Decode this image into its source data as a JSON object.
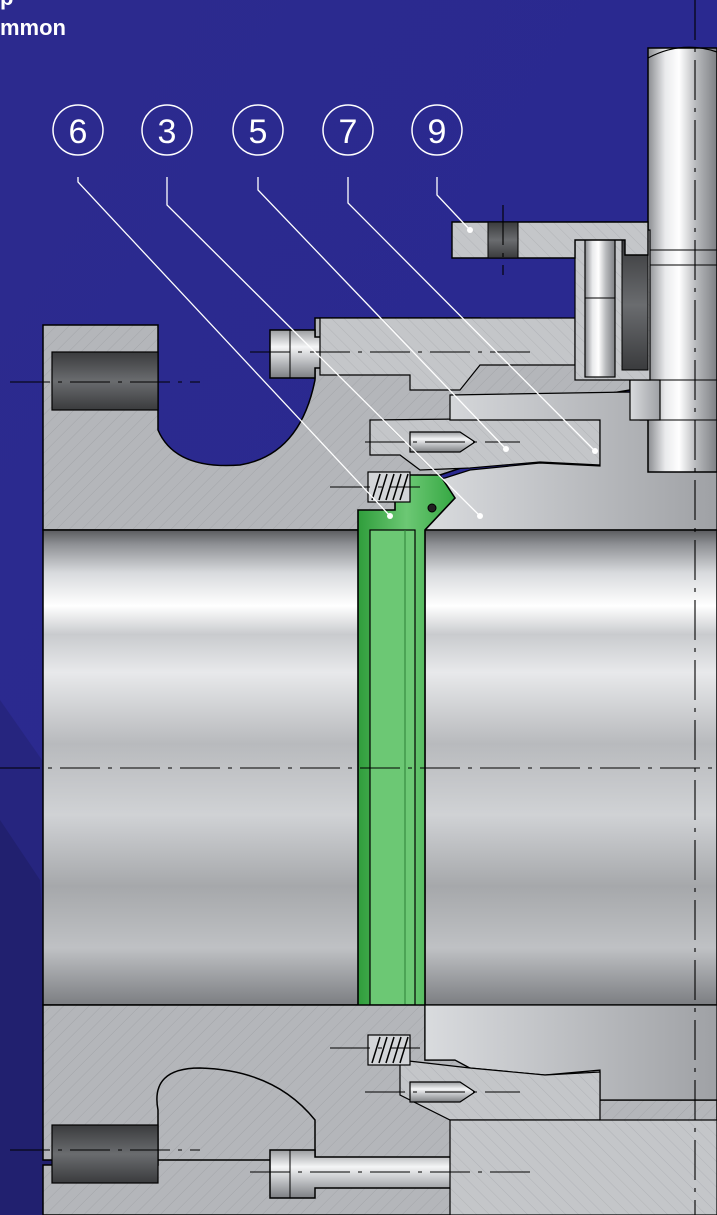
{
  "heading": {
    "line1": "p",
    "line2": "mmon"
  },
  "balloons": [
    {
      "id": "balloon-6",
      "label": "6"
    },
    {
      "id": "balloon-3",
      "label": "3"
    },
    {
      "id": "balloon-5",
      "label": "5"
    },
    {
      "id": "balloon-7",
      "label": "7"
    },
    {
      "id": "balloon-9",
      "label": "9"
    }
  ],
  "colors": {
    "background": "#2b2a8c",
    "background_dark": "#1e1d6b",
    "steel": "#b9bcc1",
    "steel_dark": "#6e7074",
    "seal_green": "#3cb54a",
    "seal_green_light": "#7fcf86",
    "line": "#000000",
    "leader": "#ffffff"
  }
}
